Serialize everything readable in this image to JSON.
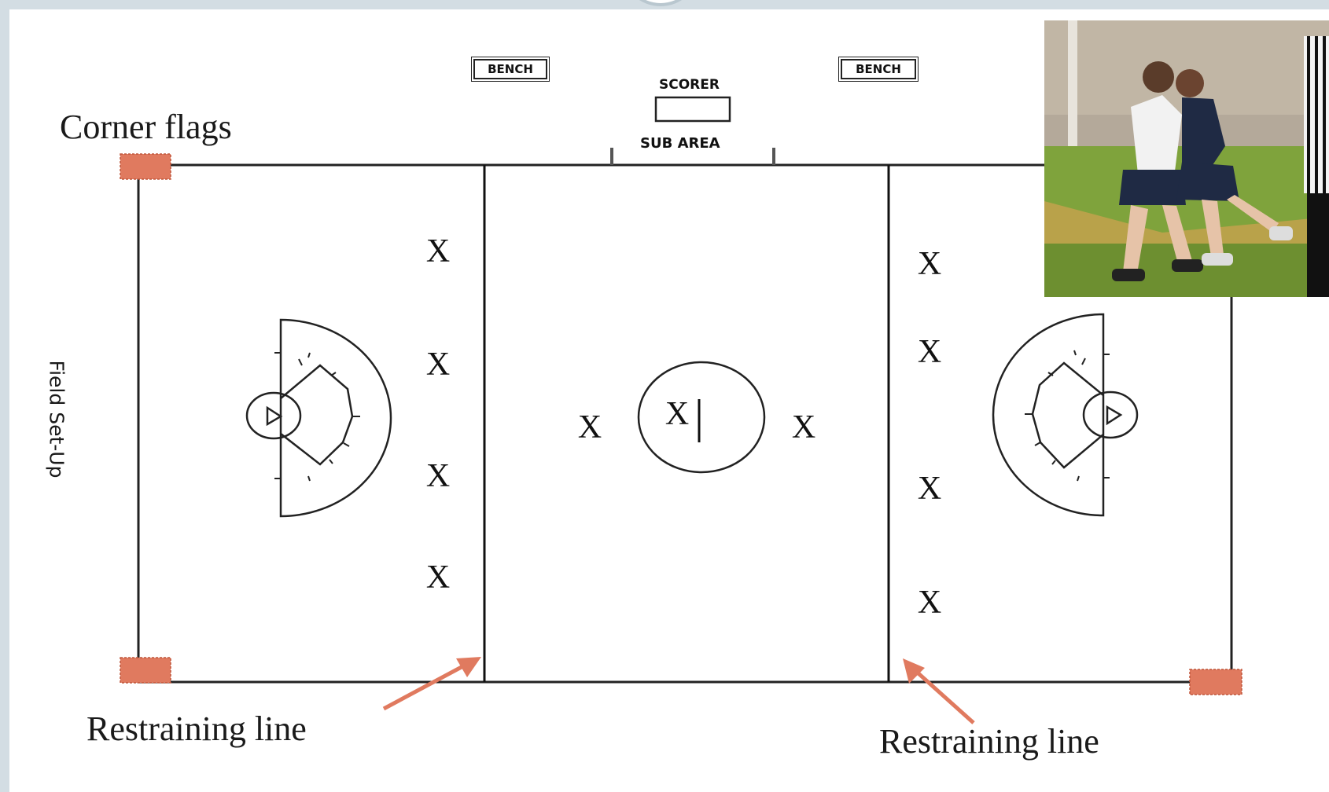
{
  "labels": {
    "corner_flags": "Corner flags",
    "restraining_line_left": "Restraining line",
    "restraining_line_right": "Restraining line",
    "field_setup": "Field Set-Up",
    "bench_left": "BENCH",
    "bench_right": "BENCH",
    "scorer": "SCORER",
    "sub_area": "SUB AREA"
  },
  "players": {
    "left_restraining": [
      "X",
      "X",
      "X",
      "X"
    ],
    "right_restraining": [
      "X",
      "X",
      "X",
      "X"
    ],
    "center_left": "X",
    "center_draw": "X",
    "center_right": "X"
  },
  "colors": {
    "flag": "#e07a5f",
    "arrow": "#e07a5f",
    "field_line": "#222222",
    "frame": "#d3dde3"
  }
}
